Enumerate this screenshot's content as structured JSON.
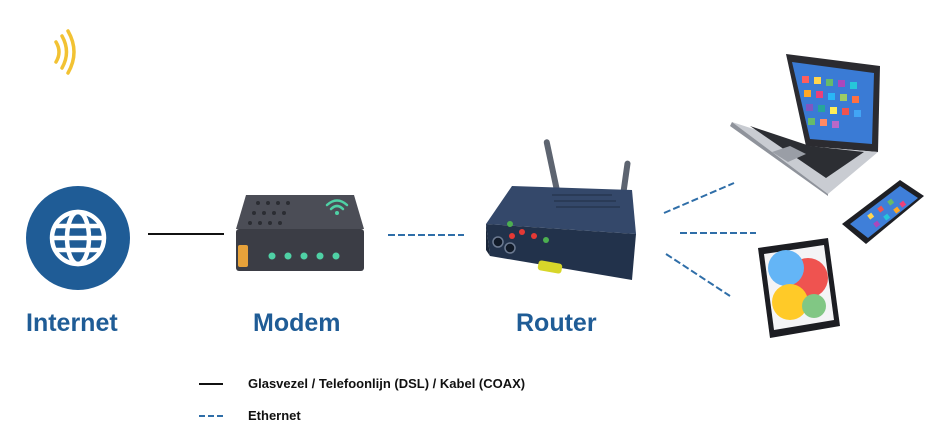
{
  "nodes": {
    "internet": "Internet",
    "modem": "Modem",
    "router": "Router"
  },
  "legend": {
    "solid": "Glasvezel / Telefoonlijn (DSL) / Kabel (COAX)",
    "dashed": "Ethernet"
  },
  "colors": {
    "brand_blue": "#1f5c96",
    "logo_yellow": "#f2c233",
    "ethernet_line": "#2f6ea8",
    "device_dark": "#3b3d45",
    "router_body": "#2a3b57"
  },
  "icons": [
    "signal-logo-icon",
    "globe-icon",
    "modem-icon",
    "router-icon",
    "laptop-icon",
    "smartphone-icon",
    "tablet-icon"
  ]
}
